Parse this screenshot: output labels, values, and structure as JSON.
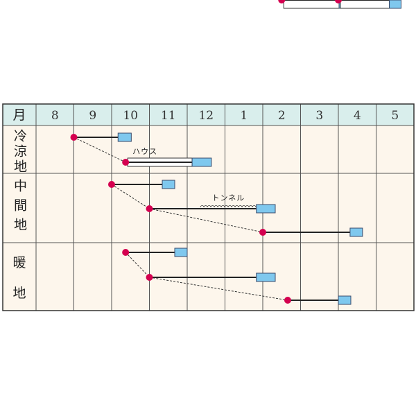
{
  "header_label": "月",
  "months": [
    "8",
    "9",
    "10",
    "11",
    "12",
    "1",
    "2",
    "3",
    "4",
    "5"
  ],
  "colors": {
    "header_bg": "#d9eeec",
    "body_bg": "#fdf6ec",
    "grid": "#555555",
    "sow_dot": "#d4004f",
    "harvest_box": "#7fc8ee",
    "harvest_border": "#3a4a6a",
    "house_bar": "#ffffff"
  },
  "legend_notes": {
    "house": "ハウス",
    "tunnel": "トンネル"
  },
  "regions": [
    {
      "label": "冷涼地",
      "schedules": [
        {
          "sow": 9.0,
          "harvest": [
            10.17,
            10.52
          ],
          "cover": "none"
        },
        {
          "sow": 10.37,
          "harvest": [
            12.13,
            12.64
          ],
          "cover": "house",
          "note": "ハウス"
        },
        {
          "sow": 14.5,
          "harvest": [
            16.02,
            16.35
          ],
          "cover": "house"
        },
        {
          "sow": 16.0,
          "harvest": [
            17.35,
            17.66
          ],
          "cover": "house"
        }
      ],
      "links": [
        [
          0,
          1
        ],
        [
          2,
          3
        ]
      ]
    },
    {
      "label": "中間地",
      "schedules": [
        {
          "sow": 10.0,
          "harvest": [
            11.34,
            11.67
          ],
          "cover": "none"
        },
        {
          "sow": 11.0,
          "harvest": [
            13.83,
            14.33
          ],
          "cover": "tunnel",
          "tunnel": [
            12.35,
            13.83
          ],
          "note": "トンネル"
        },
        {
          "sow": 14.0,
          "harvest": [
            16.31,
            16.64
          ],
          "cover": "none"
        }
      ],
      "links": [
        [
          0,
          1
        ],
        [
          1,
          2
        ]
      ]
    },
    {
      "label": "暖地",
      "label_split": [
        "暖",
        "地"
      ],
      "schedules": [
        {
          "sow": 10.37,
          "harvest": [
            11.67,
            12.0
          ],
          "cover": "none"
        },
        {
          "sow": 11.0,
          "harvest": [
            13.83,
            14.33
          ],
          "cover": "none"
        },
        {
          "sow": 14.66,
          "harvest": [
            16.0,
            16.33
          ],
          "cover": "none"
        }
      ],
      "links": [
        [
          0,
          1
        ],
        [
          1,
          2
        ]
      ]
    }
  ]
}
